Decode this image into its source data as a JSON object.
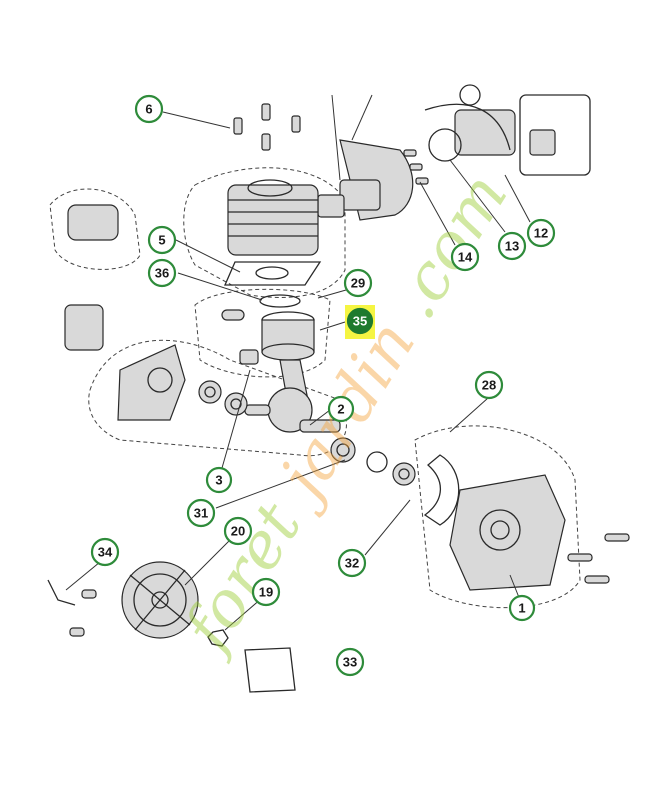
{
  "watermark": {
    "part1": "foret",
    "part2": "jardin",
    "part3": ".com"
  },
  "callouts": [
    {
      "id": "6",
      "label": "6",
      "highlight": false
    },
    {
      "id": "5",
      "label": "5",
      "highlight": false
    },
    {
      "id": "36",
      "label": "36",
      "highlight": false
    },
    {
      "id": "29",
      "label": "29",
      "highlight": false
    },
    {
      "id": "35",
      "label": "35",
      "highlight": true
    },
    {
      "id": "14",
      "label": "14",
      "highlight": false
    },
    {
      "id": "13",
      "label": "13",
      "highlight": false
    },
    {
      "id": "12",
      "label": "12",
      "highlight": false
    },
    {
      "id": "28",
      "label": "28",
      "highlight": false
    },
    {
      "id": "2",
      "label": "2",
      "highlight": false
    },
    {
      "id": "3",
      "label": "3",
      "highlight": false
    },
    {
      "id": "31",
      "label": "31",
      "highlight": false
    },
    {
      "id": "20",
      "label": "20",
      "highlight": false
    },
    {
      "id": "34",
      "label": "34",
      "highlight": false
    },
    {
      "id": "32",
      "label": "32",
      "highlight": false
    },
    {
      "id": "19",
      "label": "19",
      "highlight": false
    },
    {
      "id": "1",
      "label": "1",
      "highlight": false
    },
    {
      "id": "33",
      "label": "33",
      "highlight": false
    }
  ],
  "colors": {
    "callout_border": "#2e8b3a",
    "highlight_fill": "#1f7a2e",
    "highlight_box": "#f5f542"
  }
}
